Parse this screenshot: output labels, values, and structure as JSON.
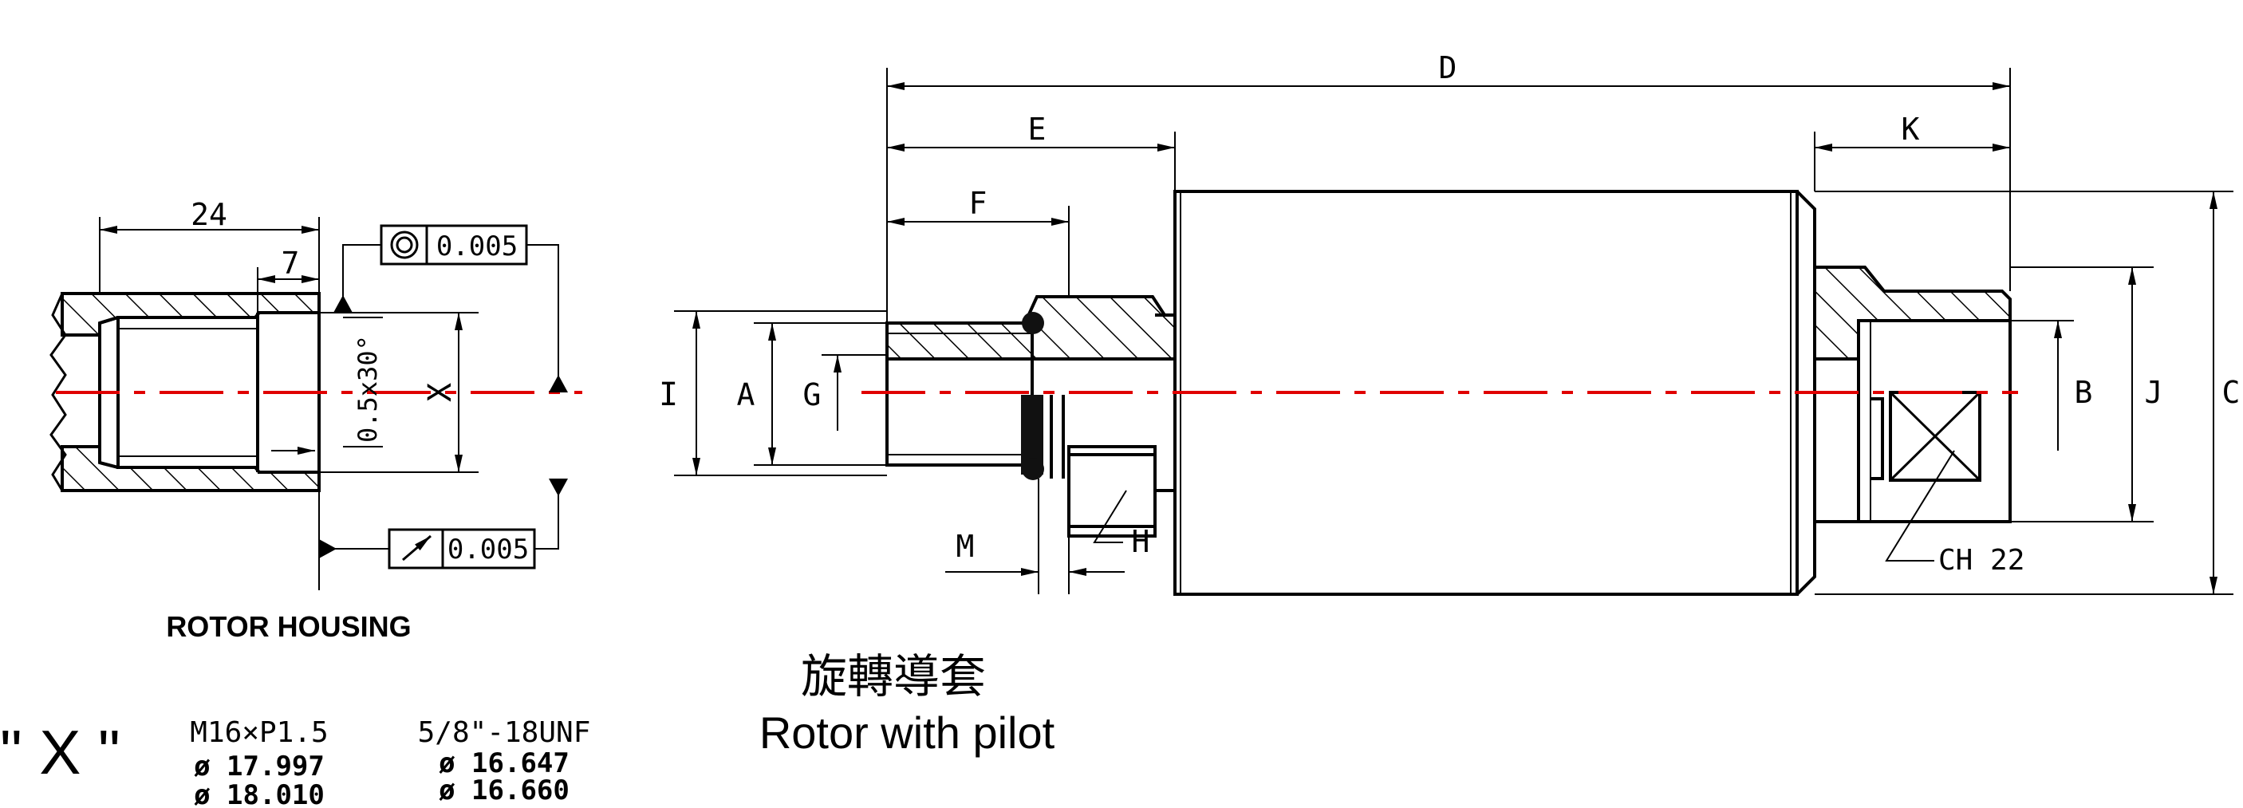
{
  "housing": {
    "dim_24": "24",
    "dim_7": "7",
    "chamfer": "0.5x30°",
    "dim_x": "X",
    "coaxiality_value": "0.005",
    "runout_value": "0.005",
    "title": "ROTOR HOUSING"
  },
  "rotor": {
    "dims": {
      "D": "D",
      "E": "E",
      "F": "F",
      "K": "K",
      "I": "I",
      "A": "A",
      "G": "G",
      "M": "M",
      "H": "H",
      "B": "B",
      "J": "J",
      "C": "C"
    },
    "hex": "CH 22",
    "title_cn": "旋轉導套",
    "title_en": "Rotor with pilot"
  },
  "x_table": {
    "label": "\" X \"",
    "col1": {
      "thread": "M16×P1.5",
      "min": "ø 17.997",
      "max": "ø 18.010"
    },
    "col2": {
      "thread": "5/8\"-18UNF",
      "min": "ø 16.647",
      "max": "ø 16.660"
    }
  },
  "colors": {
    "centerline": "#e00000",
    "line": "#000000"
  }
}
